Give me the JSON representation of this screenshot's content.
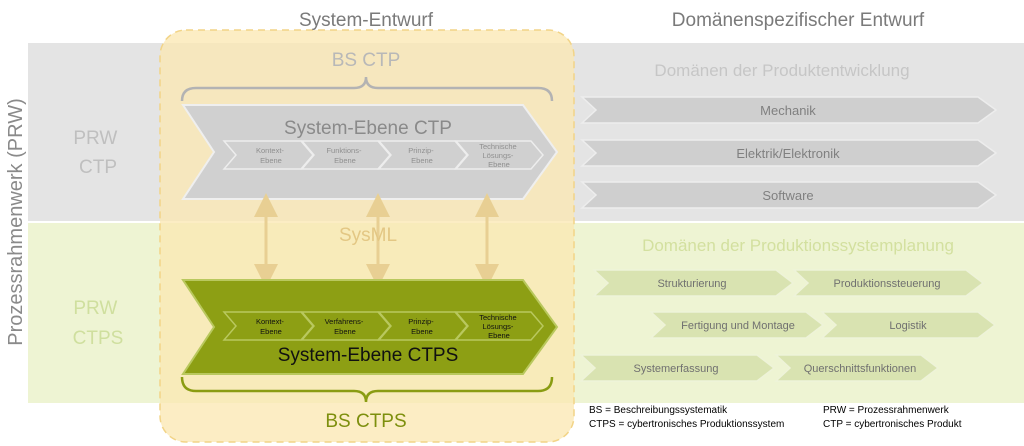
{
  "headings": {
    "system_entwurf": "System-Entwurf",
    "domaenen_entwurf": "Domänenspezifischer Entwurf"
  },
  "vertical_label": "Prozessrahmenwerk (PRW)",
  "rows": {
    "ctp": {
      "label_line1": "PRW",
      "label_line2": "CTP"
    },
    "ctps": {
      "label_line1": "PRW",
      "label_line2": "CTPS"
    }
  },
  "bs_ctp": "BS CTP",
  "bs_ctps": "BS CTPS",
  "sysml": "SysML",
  "system_ebene_ctp": {
    "title": "System-Ebene CTP",
    "levels": [
      {
        "line1": "Kontext-",
        "line2": "Ebene"
      },
      {
        "line1": "Funktions-",
        "line2": "Ebene"
      },
      {
        "line1": "Prinzip-",
        "line2": "Ebene"
      },
      {
        "line1": "Technische",
        "line2": "Lösungs-",
        "line3": "Ebene"
      }
    ]
  },
  "system_ebene_ctps": {
    "title": "System-Ebene CTPS",
    "levels": [
      {
        "line1": "Kontext-",
        "line2": "Ebene"
      },
      {
        "line1": "Verfahrens-",
        "line2": "Ebene"
      },
      {
        "line1": "Prinzip-",
        "line2": "Ebene"
      },
      {
        "line1": "Technische",
        "line2": "Lösungs-",
        "line3": "Ebene"
      }
    ]
  },
  "produktentwicklung": {
    "title": "Domänen der Produktentwicklung",
    "items": [
      "Mechanik",
      "Elektrik/Elektronik",
      "Software"
    ]
  },
  "produktionssystemplanung": {
    "title": "Domänen der Produktionssystemplanung",
    "items": [
      "Strukturierung",
      "Produktionssteuerung",
      "Fertigung und Montage",
      "Logistik",
      "Systemerfassung",
      "Querschnittsfunktionen"
    ]
  },
  "legend": {
    "bs": "BS = Beschreibungssystematik",
    "ctps": "CTPS = cybertronisches Produktionssystem",
    "prw": "PRW = Prozessrahmenwerk",
    "ctp": "CTP = cybertronisches Produkt"
  },
  "colors": {
    "grey_band": "#e3e3e3",
    "green_band": "#eef4d4",
    "center_panel": "#fbe9b6",
    "center_border": "#f3d98c",
    "grey_arrow": "#cfcfcf",
    "grey_text": "#c4c4c4",
    "green_dark": "#8a9c12",
    "green_text": "#d4e2a0",
    "green_domain": "#dce6b4",
    "arrow_tan": "#e8cf93"
  }
}
